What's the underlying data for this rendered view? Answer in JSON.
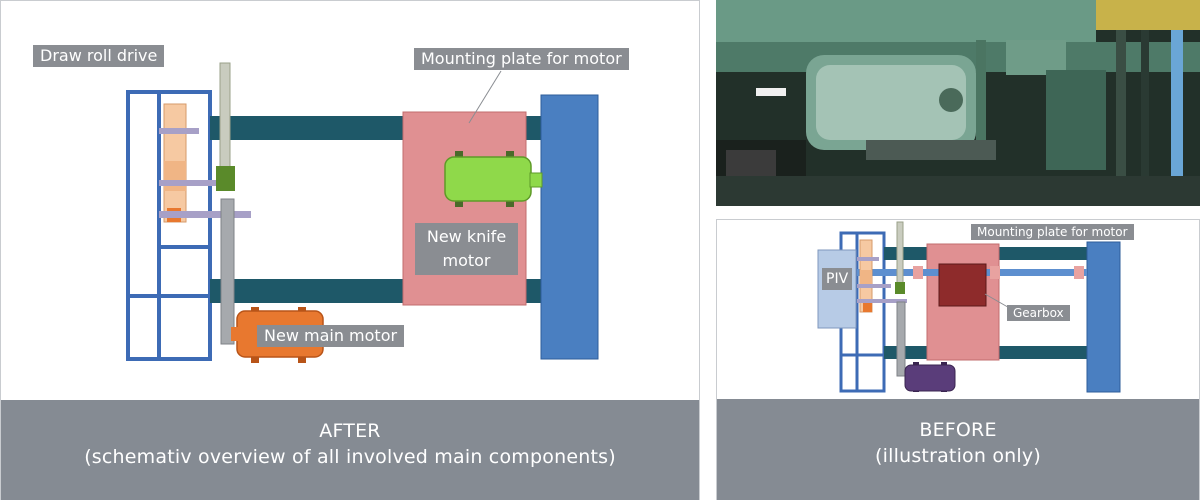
{
  "after": {
    "labels": {
      "draw_roll_drive": "Draw roll drive",
      "mounting_plate": "Mounting plate for motor",
      "knife_motor_line1": "New knife",
      "knife_motor_line2": "motor",
      "main_motor": "New main motor"
    },
    "caption": {
      "line1": "AFTER",
      "line2": "(schemativ overview of all involved main components)"
    }
  },
  "before": {
    "labels": {
      "mounting_plate": "Mounting plate for motor",
      "piv": "PIV",
      "gearbox": "Gearbox"
    },
    "caption": {
      "line1": "BEFORE",
      "line2": "(illustration only)"
    }
  },
  "colors": {
    "frame_blue": "#3d6bb5",
    "shaft_teal": "#1e5868",
    "plate_pink": "#e09092",
    "knife_motor_green": "#8fd94a",
    "main_motor_orange": "#e8782f",
    "old_motor_purple": "#5a3d7a",
    "gearbox_red": "#8e2b2b",
    "piv_lightblue": "#b7cbe6",
    "caption_gray": "#858b93",
    "label_gray": "#8a8d92"
  }
}
